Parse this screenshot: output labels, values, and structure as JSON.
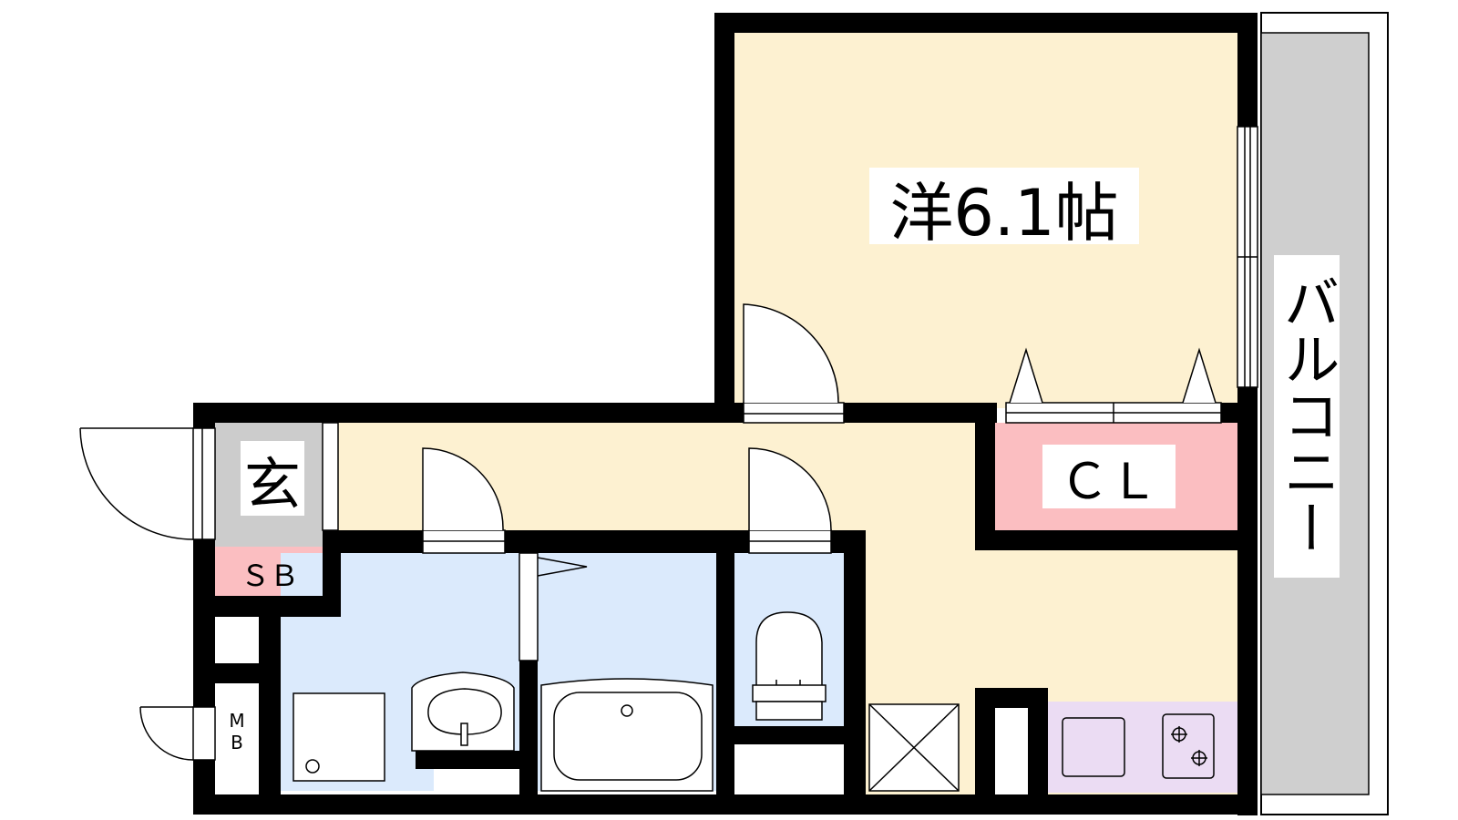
{
  "floorplan": {
    "rooms": {
      "western_room": "洋6.1帖",
      "closet": "ＣＬ",
      "entrance": "玄",
      "shoe_box": "ＳＢ",
      "balcony": "バルコニー",
      "meter_box_top": "M",
      "meter_box_bottom": "B"
    },
    "colors": {
      "wall": "#000000",
      "living_floor": "#fdf1d1",
      "closet": "#fbbec1",
      "entrance": "#cccccc",
      "shoe_box": "#fbbec1",
      "wet_area": "#dbeafc",
      "kitchen": "#ebdcf3",
      "balcony": "#cfcfcf"
    }
  }
}
